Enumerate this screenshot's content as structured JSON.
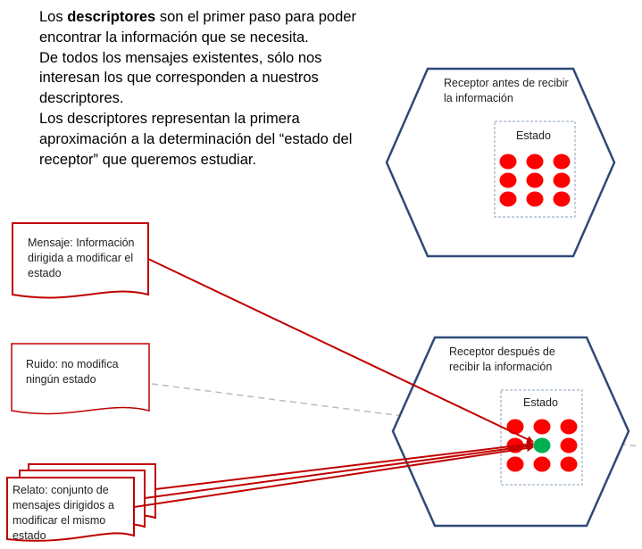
{
  "intro": {
    "p1_prefix": "Los ",
    "p1_bold": "descriptores",
    "p1_rest": " son el primer paso para poder encontrar la información que se necesita.",
    "p2": "De todos los mensajes existentes,  sólo nos interesan los que corresponden a nuestros descriptores.",
    "p3": "Los descriptores representan la primera aproximación a la determinación del “estado del receptor” que queremos estudiar."
  },
  "receptor_before": {
    "label": "Receptor antes de recibir la información",
    "state_label": "Estado",
    "dots": [
      "red",
      "red",
      "red",
      "red",
      "red",
      "red",
      "red",
      "red",
      "red"
    ]
  },
  "receptor_after": {
    "label": "Receptor después de recibir la información",
    "state_label": "Estado",
    "dots": [
      "red",
      "red",
      "red",
      "red",
      "green",
      "red",
      "red",
      "red",
      "red"
    ]
  },
  "documents": {
    "mensaje": "Mensaje: Información dirigida a modificar el estado",
    "ruido": "Ruido: no modifica ningún estado",
    "relato": "Relato: conjunto de mensajes dirigidos a modificar el mismo estado"
  },
  "colors": {
    "hexagon": "#2f4a78",
    "document": "#c00000",
    "arrow": "#c00000",
    "dot_red": "#ff0000",
    "dot_green": "#00b050",
    "noise_line": "#bbbbbb",
    "state_border": "#8aa0b8"
  }
}
